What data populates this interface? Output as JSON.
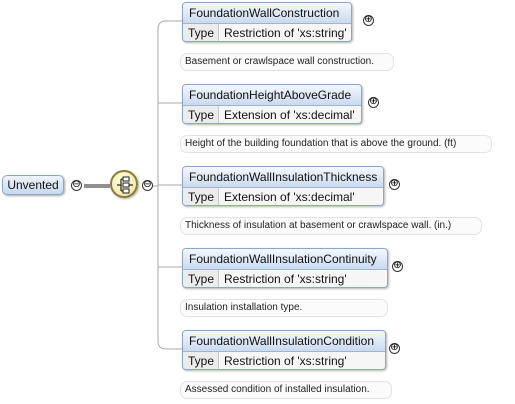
{
  "root": {
    "label": "Unvented"
  },
  "icons": {
    "toggle_collapsed": "⊕",
    "toggle_expanded": "⊖",
    "compositor": "sequence-compositor-icon"
  },
  "type_key_label": "Type",
  "elements": [
    {
      "name": "FoundationWallConstruction",
      "type": "Restriction of 'xs:string'",
      "doc": "Basement or crawlspace wall construction."
    },
    {
      "name": "FoundationHeightAboveGrade",
      "type": "Extension of 'xs:decimal'",
      "doc": "Height of the building foundation that is above the ground. (ft)"
    },
    {
      "name": "FoundationWallInsulationThickness",
      "type": "Extension of 'xs:decimal'",
      "doc": "Thickness of insulation at basement or crawlspace wall. (in.)"
    },
    {
      "name": "FoundationWallInsulationContinuity",
      "type": "Restriction of 'xs:string'",
      "doc": "Insulation installation type."
    },
    {
      "name": "FoundationWallInsulationCondition",
      "type": "Restriction of 'xs:string'",
      "doc": "Assessed condition of installed insulation."
    }
  ]
}
